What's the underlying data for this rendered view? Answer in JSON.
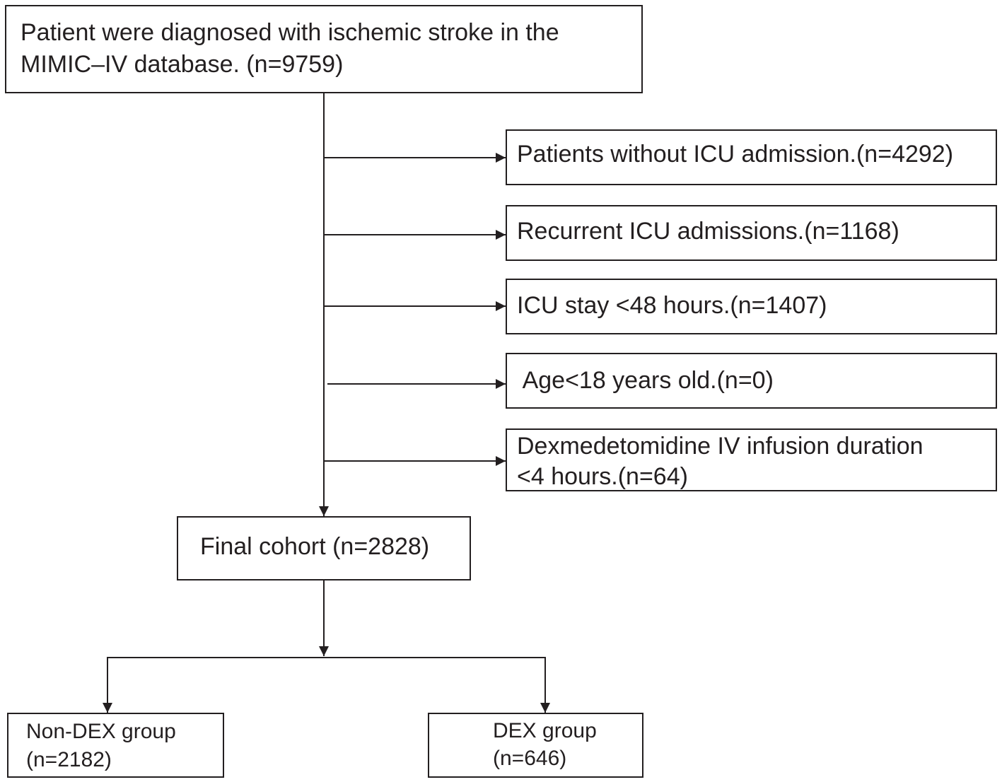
{
  "diagram": {
    "type": "flowchart",
    "colors": {
      "line": "#231f20",
      "background": "#ffffff"
    },
    "nodes": {
      "source": {
        "lines": [
          "Patient were diagnosed with ischemic stroke in the",
          "MIMIC–IV database. (n=9759)"
        ]
      },
      "exclusions": [
        {
          "lines": [
            "Patients without ICU admission.(n=4292)"
          ]
        },
        {
          "lines": [
            "Recurrent ICU admissions.(n=1168)"
          ]
        },
        {
          "lines": [
            "ICU stay <48 hours.(n=1407)"
          ]
        },
        {
          "lines": [
            " Age<18 years old.(n=0)"
          ]
        },
        {
          "lines": [
            "Dexmedetomidine IV infusion duration",
            "<4 hours.(n=64)"
          ]
        }
      ],
      "final": {
        "lines": [
          "Final cohort (n=2828)"
        ]
      },
      "groups": [
        {
          "lines": [
            "Non-DEX group",
            "(n=2182)"
          ]
        },
        {
          "lines": [
            "DEX group",
            "(n=646)"
          ]
        }
      ]
    },
    "edges": [
      {
        "from": "source",
        "to": "exclusions.0"
      },
      {
        "from": "source",
        "to": "exclusions.1"
      },
      {
        "from": "source",
        "to": "exclusions.2"
      },
      {
        "from": "source",
        "to": "exclusions.3"
      },
      {
        "from": "source",
        "to": "exclusions.4"
      },
      {
        "from": "source",
        "to": "final"
      },
      {
        "from": "final",
        "to": "groups"
      },
      {
        "from": "final",
        "to": "groups.0"
      },
      {
        "from": "final",
        "to": "groups.1"
      }
    ]
  }
}
